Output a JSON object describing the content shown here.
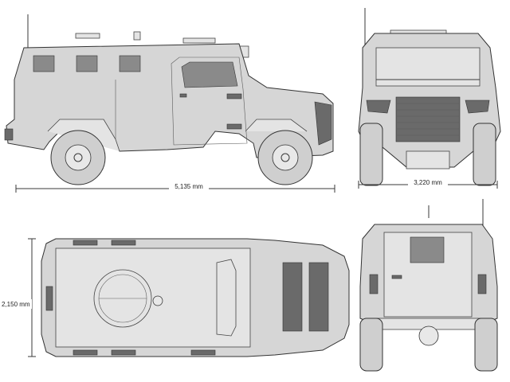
{
  "views": {
    "side": {
      "dimension_label": "5,135 mm"
    },
    "front": {
      "dimension_label": "3,220 mm"
    },
    "top": {
      "dimension_label": "2,150 mm"
    },
    "rear": {}
  },
  "colors": {
    "line": "#333333",
    "body": "#d6d6d6",
    "shade": "#6a6a6a",
    "background": "#ffffff"
  }
}
